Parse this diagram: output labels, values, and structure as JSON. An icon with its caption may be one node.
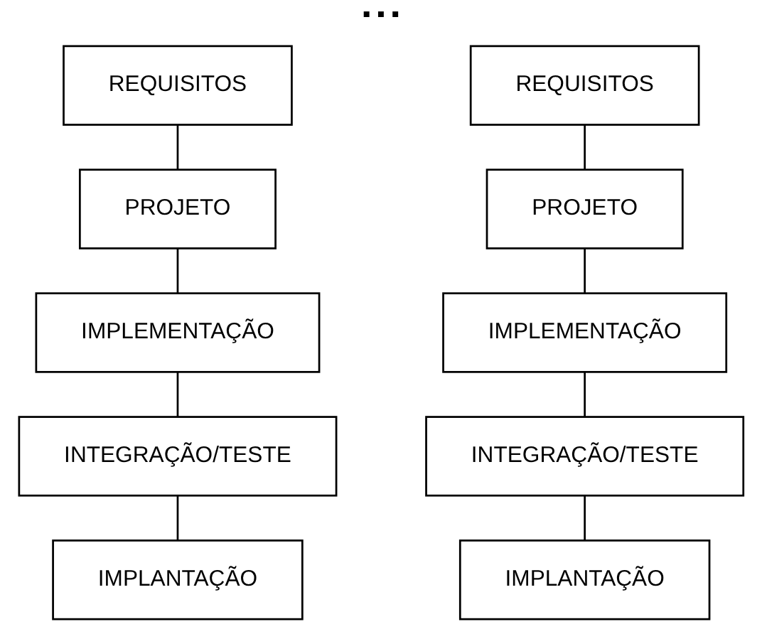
{
  "diagram": {
    "nodes": [
      {
        "text": [
          "REQUISITOS"
        ]
      },
      {
        "text": [
          "REQUISITOS"
        ]
      },
      {
        "text": [
          "PROJETO"
        ]
      },
      {
        "text": [
          "PROJETO"
        ]
      },
      {
        "text": [
          "IMPLEMENTAÇÃO"
        ]
      },
      {
        "text": [
          "IMPLEMENTAÇÃO"
        ]
      },
      {
        "text": [
          "INTEGRAÇÃO/TESTE"
        ]
      },
      {
        "text": [
          "INTEGRAÇÃO/TESTE"
        ]
      },
      {
        "text": [
          "IMPLANTAÇÃO"
        ]
      },
      {
        "text": [
          "IMPLANTAÇÃO"
        ]
      }
    ],
    "edges": [
      {
        "from": 0,
        "to": 2,
        "arrow": "none"
      },
      {
        "from": 2,
        "to": 4,
        "arrow": "none"
      },
      {
        "from": 4,
        "to": 6,
        "arrow": "none"
      },
      {
        "from": 6,
        "to": 8,
        "arrow": "none"
      },
      {
        "from": 1,
        "to": 3,
        "arrow": "none"
      },
      {
        "from": 3,
        "to": 5,
        "arrow": "none"
      },
      {
        "from": 5,
        "to": 7,
        "arrow": "none"
      },
      {
        "from": 7,
        "to": 9,
        "arrow": "none"
      }
    ],
    "labels": [
      "▪ ▪ ▪"
    ]
  }
}
